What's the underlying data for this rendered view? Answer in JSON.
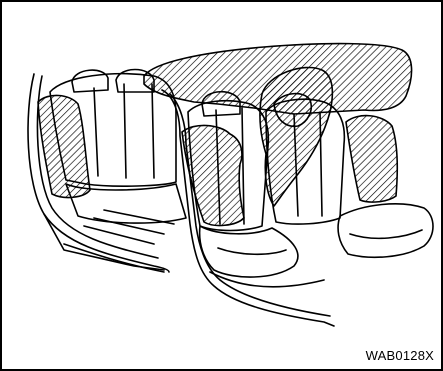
{
  "figure": {
    "code": "WAB0128X"
  },
  "colors": {
    "line": "#000000",
    "background": "#ffffff",
    "airbag_hatch": "#000000"
  },
  "illustration": {
    "subject": "vehicle-interior-airbag-locations",
    "highlighted_parts": [
      "roof-curtain-airbag",
      "rear-side-airbag",
      "front-seat-side-airbag-left",
      "front-seat-side-airbag-right",
      "front-headrest-airbag"
    ]
  }
}
